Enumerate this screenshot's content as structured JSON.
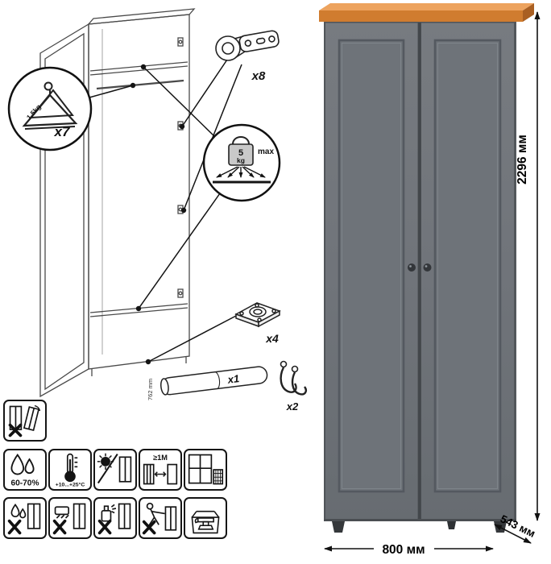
{
  "illustration": {
    "hanger_count": "x7",
    "hanger_max_weight": "1.5kg",
    "hinge_count": "x8",
    "shelf_load": {
      "value": "5",
      "unit": "kg",
      "label": "max"
    },
    "foot_count": "x4",
    "rail_count": "x1",
    "rail_length": "762 mm",
    "hook_count": "x2"
  },
  "dimensions": {
    "height": "2296 мм",
    "width": "800 мм",
    "depth": "543 мм"
  },
  "care": {
    "humidity": "60-70%",
    "temperature": "+10...+25°C",
    "distance": "≥1M"
  },
  "colors": {
    "door_gray": "#70757a",
    "top_wood": "#d07c2f",
    "line": "#141414",
    "background": "#ffffff"
  }
}
